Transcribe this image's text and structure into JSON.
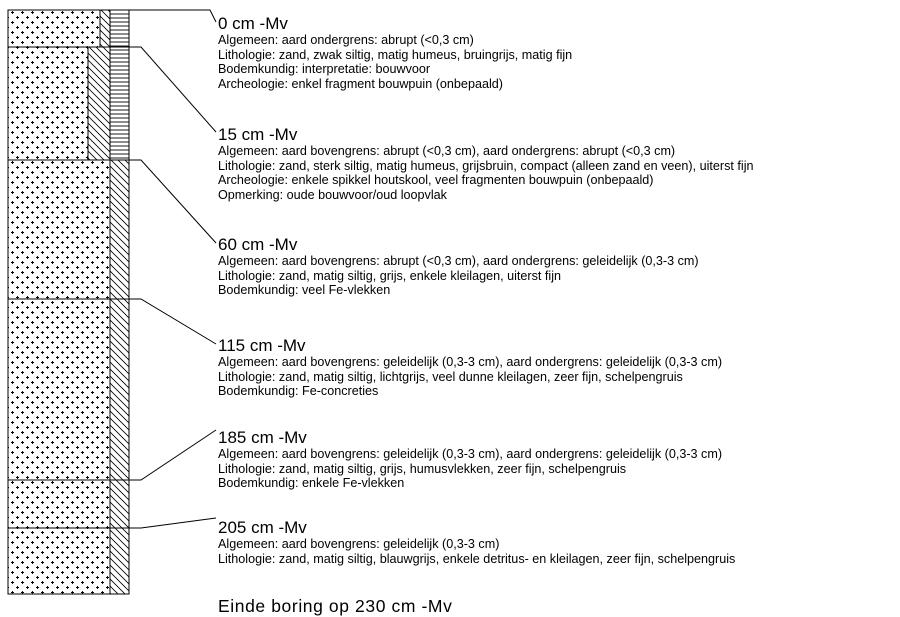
{
  "layers": [
    {
      "depth": "0 cm -Mv",
      "lines": [
        "Algemeen: aard ondergrens: abrupt (<0,3 cm)",
        "Lithologie: zand, zwak siltig, matig humeus, bruingrijs, matig fijn",
        "Bodemkundig: interpretatie: bouwvoor",
        "Archeologie: enkel fragment bouwpuin (onbepaald)"
      ]
    },
    {
      "depth": "15 cm -Mv",
      "lines": [
        "Algemeen: aard bovengrens: abrupt (<0,3 cm), aard ondergrens: abrupt (<0,3 cm)",
        "Lithologie: zand, sterk siltig, matig humeus, grijsbruin, compact (alleen zand en veen), uiterst fijn",
        "Archeologie: enkele spikkel houtskool, veel fragmenten bouwpuin (onbepaald)",
        "Opmerking: oude bouwvoor/oud loopvlak"
      ]
    },
    {
      "depth": "60 cm -Mv",
      "lines": [
        "Algemeen: aard bovengrens: abrupt (<0,3 cm), aard ondergrens: geleidelijk (0,3-3 cm)",
        "Lithologie: zand, matig siltig, grijs, enkele kleilagen, uiterst fijn",
        "Bodemkundig: veel Fe-vlekken"
      ]
    },
    {
      "depth": "115 cm -Mv",
      "lines": [
        "Algemeen: aard bovengrens: geleidelijk (0,3-3 cm), aard ondergrens: geleidelijk (0,3-3 cm)",
        "Lithologie: zand, matig siltig, lichtgrijs, veel dunne kleilagen, zeer fijn, schelpengruis",
        "Bodemkundig: Fe-concreties"
      ]
    },
    {
      "depth": "185 cm -Mv",
      "lines": [
        "Algemeen: aard bovengrens: geleidelijk (0,3-3 cm), aard ondergrens: geleidelijk (0,3-3 cm)",
        "Lithologie: zand, matig siltig, grijs, humusvlekken, zeer fijn, schelpengruis",
        "Bodemkundig: enkele Fe-vlekken"
      ]
    },
    {
      "depth": "205 cm -Mv",
      "lines": [
        "Algemeen: aard bovengrens: geleidelijk (0,3-3 cm)",
        "Lithologie: zand, matig siltig, blauwgrijs, enkele detritus- en kleilagen, zeer fijn, schelpengruis"
      ]
    }
  ],
  "end_text": "Einde boring op 230 cm -Mv"
}
